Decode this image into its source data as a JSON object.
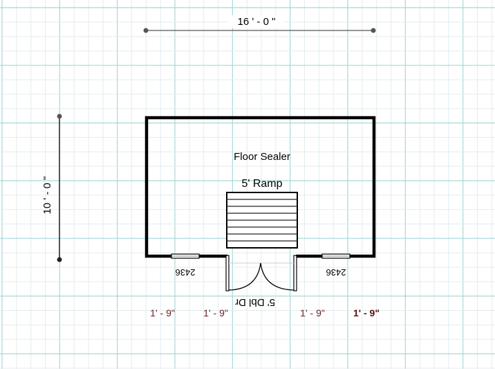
{
  "plan": {
    "width_dimension": "16 ' - 0 \"",
    "height_dimension": "10 ' - 0 \"",
    "room_label": "Floor Sealer",
    "ramp_label": "5' Ramp",
    "door_label": "5' Dbl Dr",
    "windows": [
      {
        "label": "2436"
      },
      {
        "label": "2436"
      }
    ],
    "bottom_dimensions": [
      {
        "label": "1' - 9\""
      },
      {
        "label": "1' - 9\""
      },
      {
        "label": "1' - 9\""
      },
      {
        "label": "1' - 9\"",
        "selected": true
      }
    ]
  },
  "colors": {
    "grid_major": "#a8d8d8",
    "grid_minor": "#e4ecec",
    "dimension_text": "#6b1e1e",
    "wall": "#000000"
  }
}
